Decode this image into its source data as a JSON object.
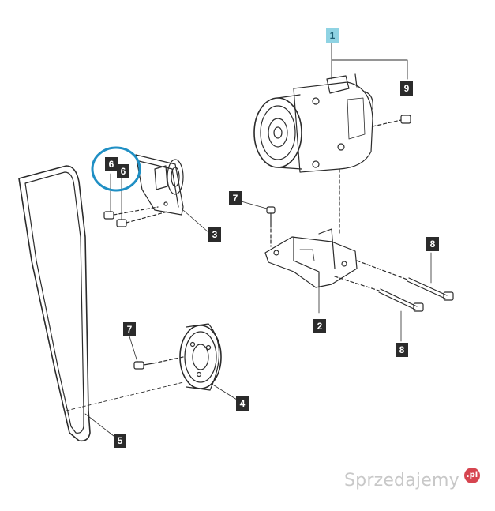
{
  "callouts": {
    "c1": "1",
    "c9": "9",
    "c6a": "6",
    "c6b": "6",
    "c7a": "7",
    "c3": "3",
    "c8a": "8",
    "c2": "2",
    "c8b": "8",
    "c7b": "7",
    "c4": "4",
    "c5": "5"
  },
  "watermark": {
    "text": "Sprzedajemy",
    "badge": ".pl"
  },
  "colors": {
    "line": "#2b2b2b",
    "callout_bg": "#2b2b2b",
    "highlight_bg": "#8fd3e3",
    "highlight_ring": "#1f8fc4"
  }
}
